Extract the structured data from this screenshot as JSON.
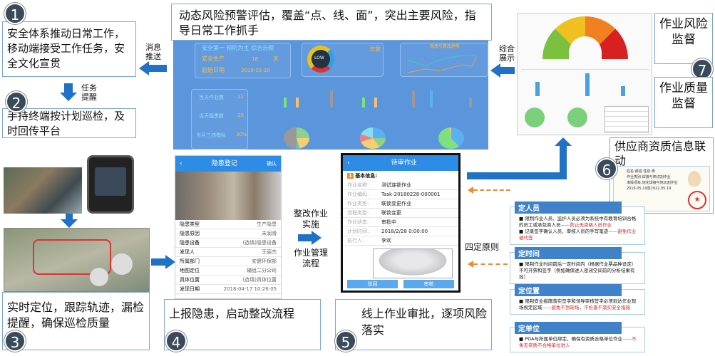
{
  "steps": {
    "s1": {
      "num": "1",
      "text": "安全体系推动日常工作，移动端接受工作任务，安全文化宣贯"
    },
    "s2": {
      "num": "2",
      "text": "手持终端按计划巡检，及时回传平台"
    },
    "s3": {
      "num": "3",
      "text": "实时定位，跟踪轨迹，漏检提醒，确保巡检质量"
    },
    "s4": {
      "num": "4",
      "text": "上报隐患，启动整改流程"
    },
    "s5": {
      "num": "5",
      "text": "线上作业审批，逐项风险落实"
    },
    "s6": {
      "num": "6",
      "text": "供应商资质信息联动"
    },
    "s7": {
      "num": "7",
      "risk": "作业风险监督",
      "quality": "作业质量监督"
    }
  },
  "labels": {
    "push": "消息推送",
    "remind": "任务提醒",
    "display": "综合展示",
    "rectify": "整改作业实施",
    "flow": "作业管理流程",
    "four": "四定原则"
  },
  "caption": "动态风险预警评估，覆盖“点、线、面”，突出主要风险，指导日常工作抓手",
  "dashboard": {
    "slogan": "安全第一  预防为主  综合治理",
    "safe_label": "安全生产",
    "safe_days": "18",
    "days_unit": "天",
    "start_label": "起始日期",
    "start_date": "2018-03-30",
    "today_jobs_label": "当天作业数",
    "today_jobs": "12",
    "today_hazards_label": "当天隐患数",
    "today_hazards": "20",
    "month_label": "当月三违指标",
    "month_val": "30%",
    "risk_level": "注意",
    "gauge": "LOW",
    "chart_title": "隐患与整改趋势"
  },
  "phone1": {
    "title": "隐患登记",
    "confirm": "确认",
    "rows": [
      [
        "隐患类型",
        "生产隐患"
      ],
      [
        "隐患原因",
        "未润滑"
      ],
      [
        "隐患设备",
        "(选填)隐患设备"
      ],
      [
        "发现人",
        "王丽杰"
      ],
      [
        "所属部门",
        "安健环保部"
      ],
      [
        "地图定位",
        "辅组二分公司"
      ],
      [
        "具体位置",
        "(选填)具体位置"
      ],
      [
        "发现日期",
        "2018-04-17 10:26:05"
      ]
    ]
  },
  "phone2": {
    "title": "待审作业",
    "section": "基本信息:",
    "rows": [
      [
        "作业名称:",
        "测试连锁作业"
      ],
      [
        "作业编码:",
        "Task-20180228-000001"
      ],
      [
        "作业类型:",
        "联锁变更作业"
      ],
      [
        "流程类型:",
        "联锁变更"
      ],
      [
        "作业状态:",
        "审批中"
      ],
      [
        "计划时间:",
        "2018/2/28 0:00:00"
      ],
      [
        "执行人:",
        "李欢"
      ]
    ],
    "btn_back": "驳回",
    "btn_approve": "审核"
  },
  "rules": [
    {
      "title": "定人员",
      "items": [
        {
          "t": "限制作业人员、监护人员必须为系统中有教育培训合格的员工或承包商人员",
          "r": "——防止无资格人员作业"
        },
        {
          "t": "记录签字确认人员、审核人员的手写笔迹",
          "r": "——避免作业被代签"
        }
      ]
    },
    {
      "title": "定时间",
      "items": [
        {
          "t": "限制作业时间前后一定时间内（根据作业票品种设定）不可开票和签字（例如确保进入密闭空间前的分析结果有效）",
          "r": ""
        }
      ]
    },
    {
      "title": "定位置",
      "items": [
        {
          "t": "限制安全措施落实签字和领导审核签字必须到达作业现场规定区域",
          "r": "——避免不到现场，不检查不落实安全措施"
        }
      ]
    },
    {
      "title": "定单位",
      "items": [
        {
          "t": "PDA与所属单位绑定，确保有资质合格单位作业",
          "r": "——不免无资质不合格单位进入"
        }
      ]
    }
  ],
  "cert": {
    "type_label": "作业类别:",
    "type": "焊接与热切割作业",
    "item_label": "准操项目:",
    "item": "熔化焊接与热切割作业",
    "name_label": "姓名:",
    "name": "郝强",
    "sex_label": "性别:",
    "sex": "男",
    "valid": "2016.05.19至2022.05.19"
  },
  "colors": {
    "accent": "#1f72c6",
    "dash": "#f08a2c",
    "dashboard": "#5b95dc"
  }
}
